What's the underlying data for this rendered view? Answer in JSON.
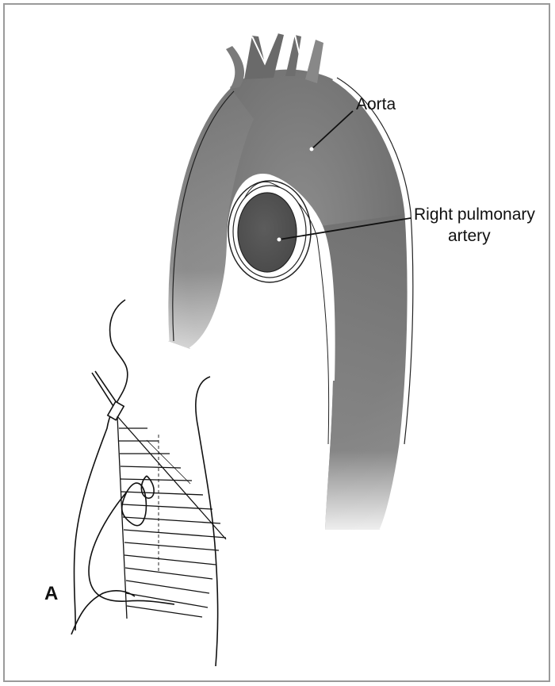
{
  "labels": {
    "aorta": "Aorta",
    "pulmonary_line1": "Right pulmonary",
    "pulmonary_line2": "artery",
    "panel": "A"
  }
}
